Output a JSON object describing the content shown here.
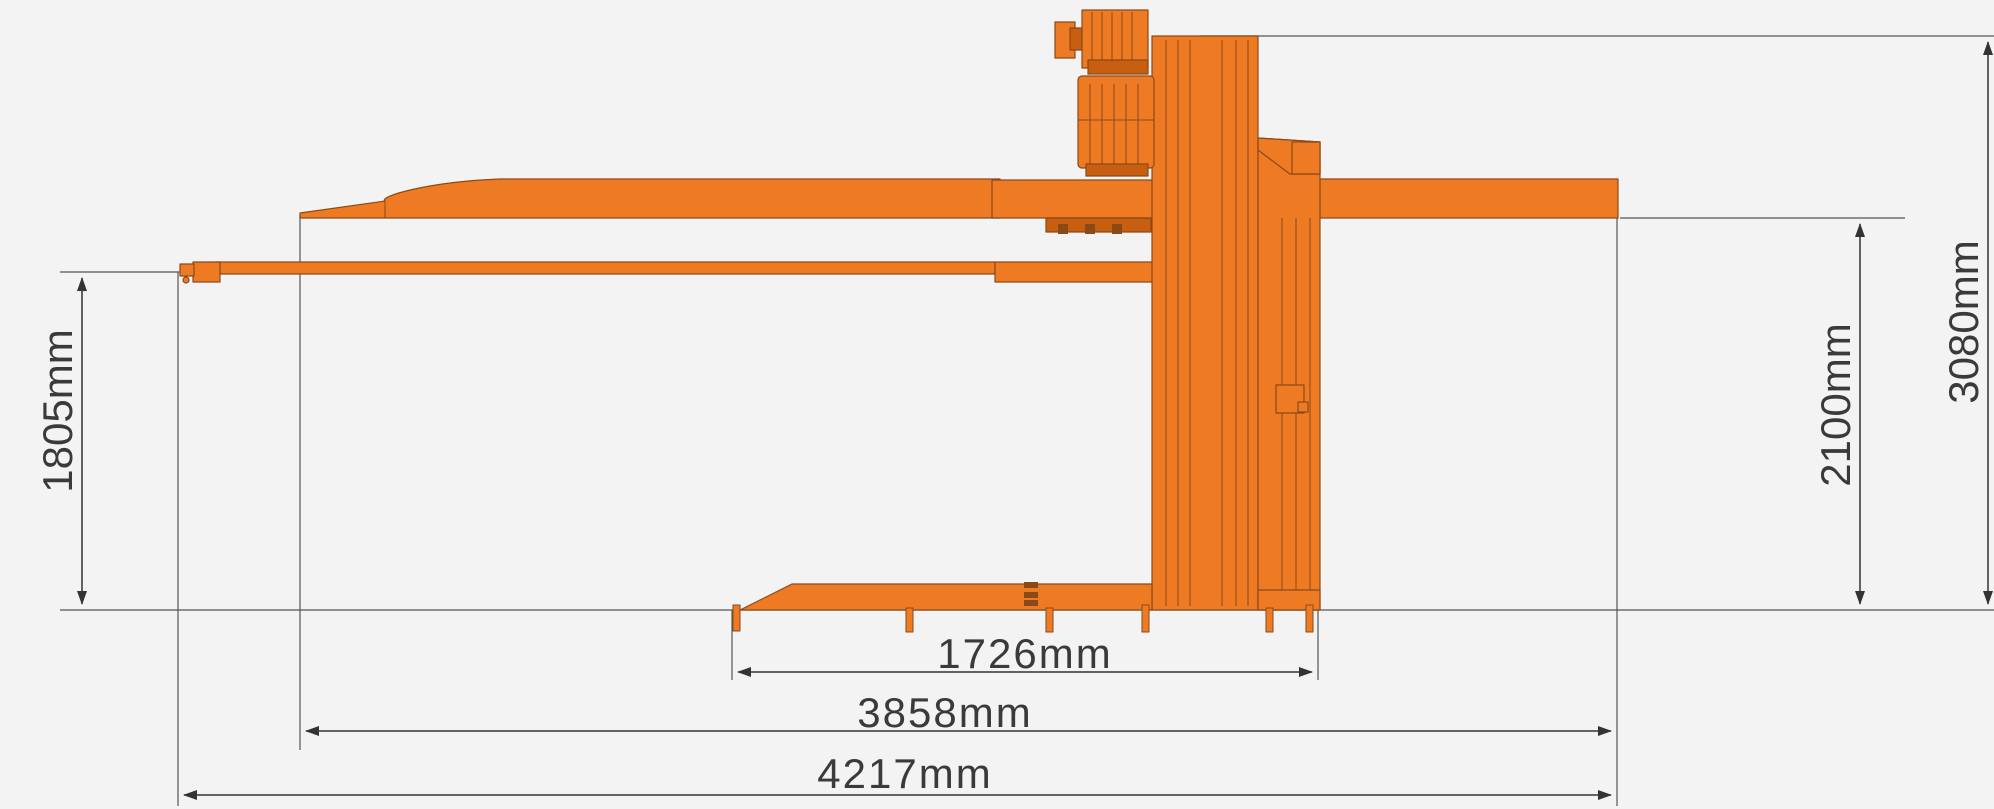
{
  "colors": {
    "background": "#f3f3f3",
    "body_orange": "#ee7a23",
    "dark_orange": "#c85e10",
    "outline": "#8a4a18",
    "dimension_line": "#444444",
    "text": "#3a3a3a"
  },
  "dimensions": {
    "base_length": "1726mm",
    "platform_length": "3858mm",
    "overall_length": "4217mm",
    "arm_height": "1805mm",
    "platform_height": "2100mm",
    "total_height": "3080mm"
  }
}
